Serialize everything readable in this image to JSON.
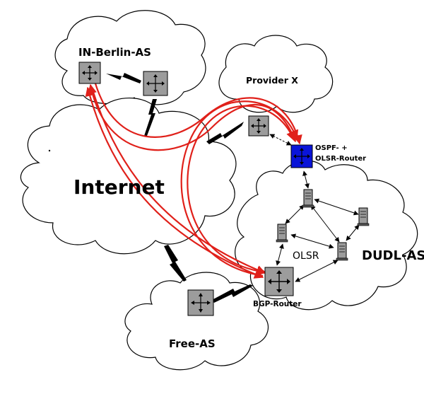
{
  "labels": {
    "in_berlin": "IN-Berlin-AS",
    "provider_x": "Provider X",
    "internet": "Internet",
    "ospf_line1": "OSPF- +",
    "ospf_line2": "OLSR-Router",
    "olsr": "OLSR",
    "dudl": "DUDL-AS",
    "bgp": "BGP-Router",
    "free": "Free-AS"
  },
  "colors": {
    "router_gray": "#9c9c9c",
    "router_blue": "#0a14d8",
    "route_red": "#e0201a",
    "outline": "#000000"
  },
  "icons": {
    "router": "router-icon",
    "server": "server-icon",
    "link": "lightning-bolt-icon"
  }
}
